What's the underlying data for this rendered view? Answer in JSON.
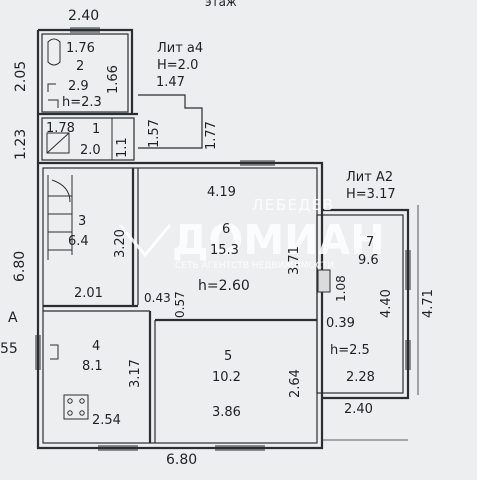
{
  "header": {
    "floor_title_partial": "этаж",
    "top_width": "2.40"
  },
  "annex_a4": {
    "name": "Лит а4",
    "height": "H=2.0",
    "width_1_47": "1.47",
    "height_2_05": "2.05",
    "height_1_23": "1.23",
    "height_1_57": "1.57",
    "height_1_77": "1.77"
  },
  "annex_a2": {
    "name": "Лит А2",
    "height": "H=3.17",
    "depth_4_71": "4.71"
  },
  "left_labels": {
    "height_6_80": "6.80",
    "letter_a": "A",
    "partial_55": "55"
  },
  "rooms": {
    "r2": {
      "dim_top": "1.76",
      "number": "2",
      "area": "2.9",
      "dim_side": "1.66",
      "ceiling": "h=2.3"
    },
    "r1": {
      "dim_top": "1.78",
      "number": "1",
      "area": "2.0",
      "dim_side": "1.1"
    },
    "r3": {
      "number": "3",
      "area": "6.4",
      "dim_side": "3.20",
      "dim_bottom": "2.01"
    },
    "r6": {
      "dim_top": "4.19",
      "number": "6",
      "area": "15.3",
      "dim_side": "3.71",
      "ceiling": "h=2.60",
      "dim_043": "0.43",
      "dim_057": "0.57"
    },
    "r7": {
      "number": "7",
      "area": "9.6",
      "dim_108": "1.08",
      "dim_039": "0.39",
      "dim_side": "4.40",
      "ceiling": "h=2.5",
      "dim_bottom": "2.28"
    },
    "r4": {
      "number": "4",
      "area": "8.1",
      "dim_side": "3.17",
      "dim_bottom": "2.54"
    },
    "r5": {
      "number": "5",
      "area": "10.2",
      "dim_side": "2.64",
      "dim_bottom": "3.86"
    }
  },
  "bottom_dims": {
    "a2_width": "2.40",
    "total_width": "6.80"
  },
  "watermark": {
    "line1": "ЛЕБЕДЕВ",
    "line2": "ДОМИАН",
    "line3": "СЕТЬ АГЕНТСТВ НЕДВИЖИМОСТИ"
  }
}
